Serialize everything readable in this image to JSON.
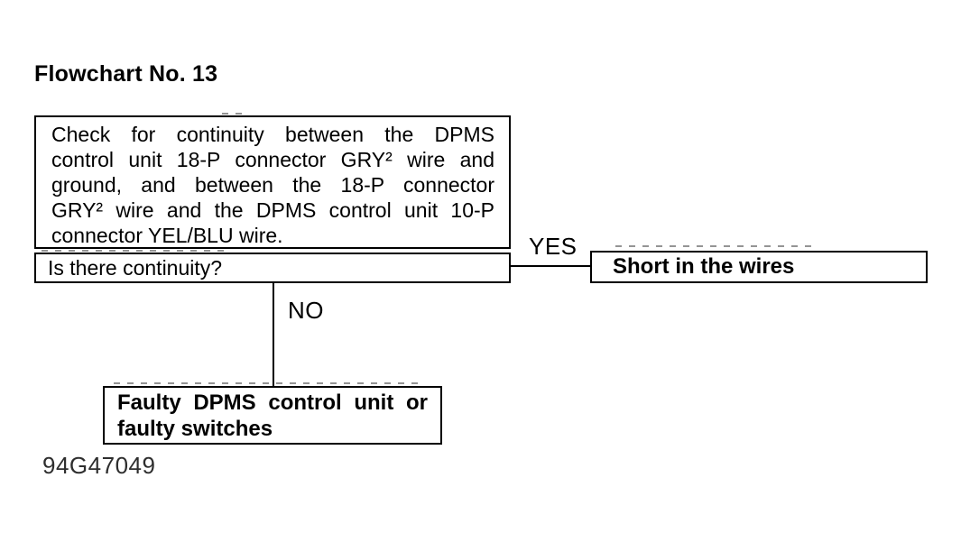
{
  "page": {
    "title": "Flowchart No. 13",
    "figure_code": "94G47049",
    "background_color": "#ffffff",
    "ink_color": "#000000"
  },
  "flowchart": {
    "condition_box": {
      "lines": [
        "Check for continuity between the DPMS",
        "control unit 18-P connector GRY² wire and",
        "ground, and between the 18-P connector",
        "GRY² wire and the DPMS control unit 10-P",
        "connector YEL/BLU wire."
      ]
    },
    "question_box": {
      "text": "Is there continuity?"
    },
    "yes_branch": {
      "label": "YES",
      "result": "Short in the wires"
    },
    "no_branch": {
      "label": "NO",
      "result_lines": [
        "Faulty DPMS control unit or",
        "faulty switches"
      ]
    }
  }
}
